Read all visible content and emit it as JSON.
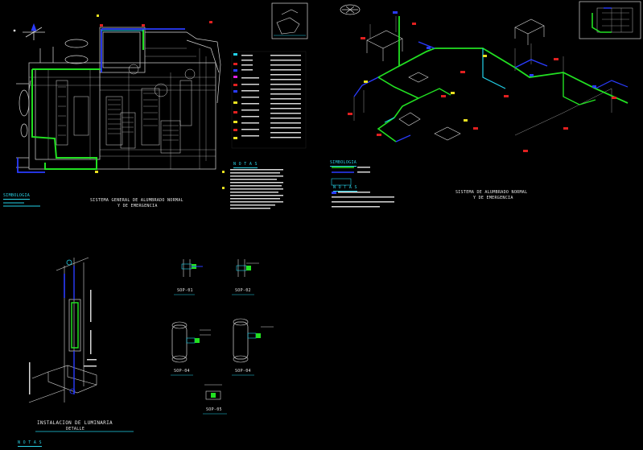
{
  "drawing": {
    "background": "#000000",
    "colors": {
      "line_white": "#d8d8d8",
      "line_green": "#22e022",
      "line_blue": "#2a3cff",
      "line_cyan": "#22d0e8",
      "line_red": "#e02020",
      "line_yellow": "#e8e020",
      "line_magenta": "#e020e0"
    }
  },
  "sheet1": {
    "title_line1": "SISTEMA GENERAL DE ALUMBRADO NORMAL",
    "title_line2": "Y DE EMERGENCIA",
    "legend_heading": "SIMBOLOGIA",
    "notes_heading": "N O T A S"
  },
  "sheet2": {
    "title_line1": "SISTEMA DE ALUMBRADO NORMAL",
    "title_line2": "Y DE EMERGENCIA",
    "legend_heading": "SIMBOLOGIA",
    "notes_heading": "N O T A S"
  },
  "details": {
    "detail_title": "INSTALACION DE LUMINARIA",
    "detail_subtitle": "DETALLE",
    "notes_heading": "N O T A S",
    "tags": [
      "SOP-01",
      "SOP-02",
      "SOP-04",
      "SOP-04",
      "SOP-05"
    ]
  }
}
